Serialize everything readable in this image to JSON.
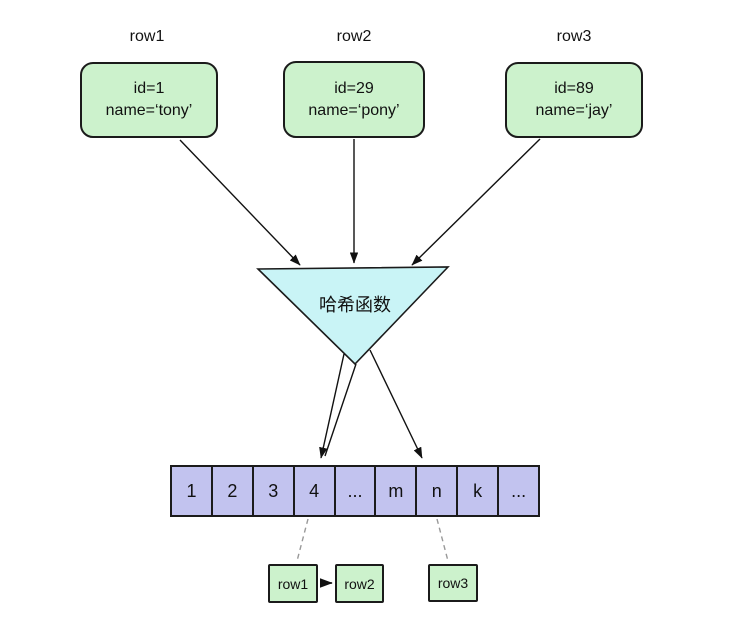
{
  "diagram": {
    "background": "#ffffff",
    "colors": {
      "record_fill": "#ccf2cc",
      "hash_fill": "#c9f4f6",
      "array_fill": "#c2c3ef",
      "line": "#111111",
      "dashed_line": "#999999"
    },
    "records": [
      {
        "title": "row1",
        "line1": "id=1",
        "line2": "name=‘tony’"
      },
      {
        "title": "row2",
        "line1": "id=29",
        "line2": "name=‘pony’"
      },
      {
        "title": "row3",
        "line1": "id=89",
        "line2": "name=‘jay’"
      }
    ],
    "hash_function_label": "哈希函数",
    "array_cells": [
      "1",
      "2",
      "3",
      "4",
      "...",
      "m",
      "n",
      "k",
      "..."
    ],
    "buckets": {
      "bucket4_chain": [
        {
          "label": "row1"
        },
        {
          "label": "row2"
        }
      ],
      "bucketn_chain": [
        {
          "label": "row3"
        }
      ]
    }
  }
}
